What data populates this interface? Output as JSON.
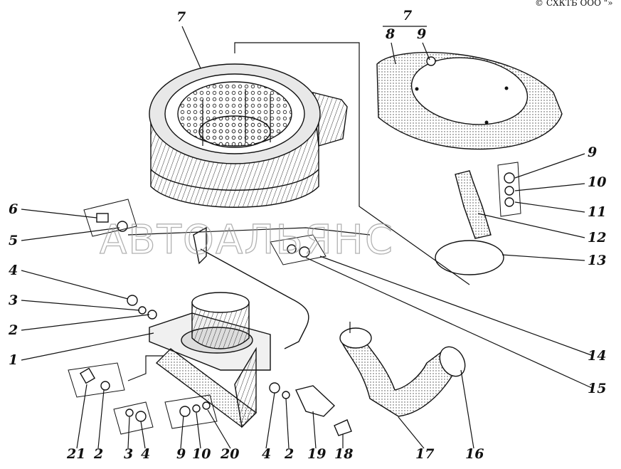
{
  "copyright": "© СХКТБ ООО \"»",
  "watermark": "АВТОАЛЬЯНС",
  "labels": {
    "l7_top": "7",
    "l7_group": "7",
    "l8": "8",
    "l9_top": "9",
    "l9_r": "9",
    "l10_r": "10",
    "l11": "11",
    "l12": "12",
    "l13": "13",
    "l14": "14",
    "l15": "15",
    "l16": "16",
    "l17": "17",
    "l6": "6",
    "l5": "5",
    "l4_l": "4",
    "l3_l": "3",
    "l2_l": "2",
    "l1": "1",
    "b21": "21",
    "b2a": "2",
    "b3": "3",
    "b4a": "4",
    "b9": "9",
    "b10": "10",
    "b20": "20",
    "b4b": "4",
    "b2b": "2",
    "b19": "19",
    "b18": "18"
  }
}
